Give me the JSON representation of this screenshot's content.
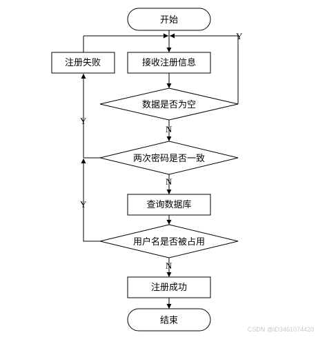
{
  "nodes": {
    "start": "开始",
    "receive_info": "接收注册信息",
    "data_empty": "数据是否为空",
    "password_match": "两次密码是否一致",
    "query_db": "查询数据库",
    "username_taken": "用户名是否被占用",
    "register_success": "注册成功",
    "register_fail": "注册失败",
    "end": "结束"
  },
  "edge_labels": {
    "empty_yes": "Y",
    "empty_no": "N",
    "password_yes": "Y",
    "password_no": "N",
    "taken_yes": "Y",
    "taken_no": "N"
  },
  "watermark": "CSDN @ID3461074420"
}
